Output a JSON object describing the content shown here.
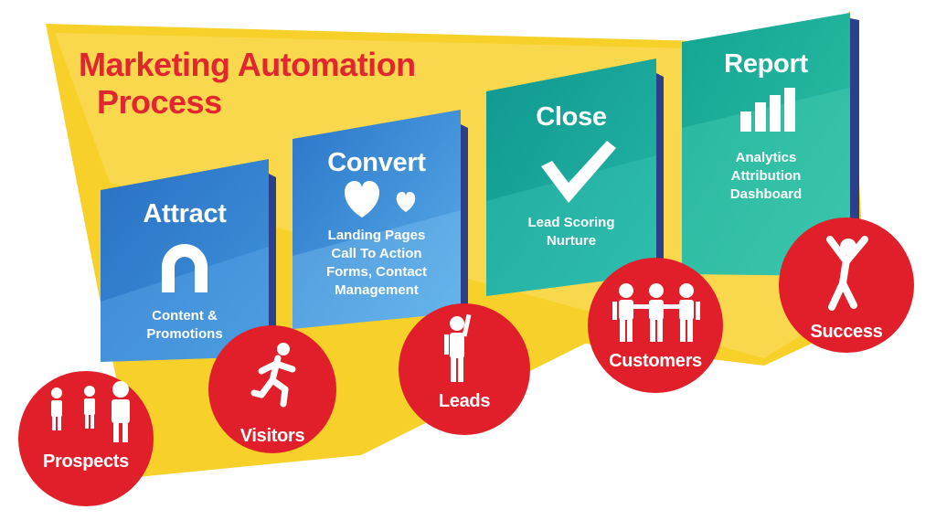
{
  "title": {
    "line1": "Marketing Automation",
    "line2": "Process"
  },
  "stages": [
    {
      "name": "Attract",
      "icon": "magnet-icon",
      "lines": [
        "Content &",
        "Promotions"
      ]
    },
    {
      "name": "Convert",
      "icon": "hearts-icon",
      "lines": [
        "Landing Pages",
        "Call To Action",
        "Forms, Contact",
        "Management"
      ]
    },
    {
      "name": "Close",
      "icon": "checkmark-icon",
      "lines": [
        "Lead Scoring",
        "Nurture"
      ]
    },
    {
      "name": "Report",
      "icon": "bar-chart-icon",
      "lines": [
        "Analytics",
        "Attribution",
        "Dashboard"
      ]
    }
  ],
  "milestones": [
    {
      "label": "Prospects",
      "icon": "group-icon"
    },
    {
      "label": "Visitors",
      "icon": "running-person-icon"
    },
    {
      "label": "Leads",
      "icon": "waving-person-icon"
    },
    {
      "label": "Customers",
      "icon": "three-people-icon"
    },
    {
      "label": "Success",
      "icon": "celebrating-person-icon"
    }
  ],
  "colors": {
    "funnel": "#f7d12a",
    "funnel_light": "#fbe38a",
    "title": "#e22630",
    "blue": "#2f7ecf",
    "blue_light": "#5aa7e6",
    "teal": "#18a39a",
    "teal_light": "#2fbfb0",
    "shadow": "#2c3f8a",
    "circle": "#e11f2a"
  }
}
